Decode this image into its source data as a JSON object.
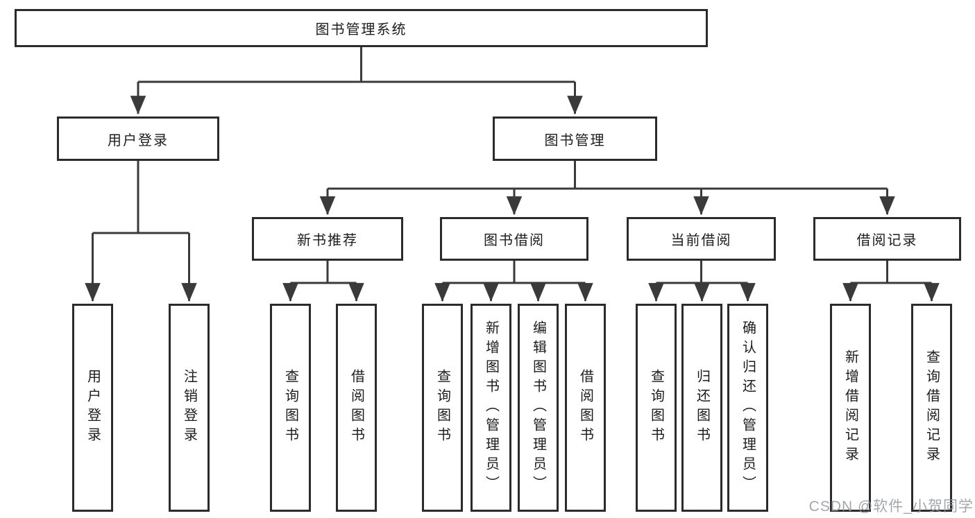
{
  "diagram": {
    "tree": {
      "label": "图书管理系统",
      "children": [
        {
          "label": "用户登录",
          "children": [
            {
              "label": "用户登录"
            },
            {
              "label": "注销登录"
            }
          ]
        },
        {
          "label": "图书管理",
          "children": [
            {
              "label": "新书推荐",
              "children": [
                {
                  "label": "查询图书"
                },
                {
                  "label": "借阅图书"
                }
              ]
            },
            {
              "label": "图书借阅",
              "children": [
                {
                  "label": "查询图书"
                },
                {
                  "label": "新增图书（管理员）"
                },
                {
                  "label": "编辑图书（管理员）"
                },
                {
                  "label": "借阅图书"
                }
              ]
            },
            {
              "label": "当前借阅",
              "children": [
                {
                  "label": "查询图书"
                },
                {
                  "label": "归还图书"
                },
                {
                  "label": "确认归还（管理员）"
                }
              ]
            },
            {
              "label": "借阅记录",
              "children": [
                {
                  "label": "新增借阅记录"
                },
                {
                  "label": "查询借阅记录"
                }
              ]
            }
          ]
        }
      ]
    },
    "watermark": {
      "text": "CSDN @软件_小贺同学"
    },
    "colors": {
      "background": "#ffffff",
      "line": "#3a3a3a",
      "box_border": "#2b2b2b",
      "text": "#1c1c1c",
      "watermark": "#94979d"
    }
  }
}
